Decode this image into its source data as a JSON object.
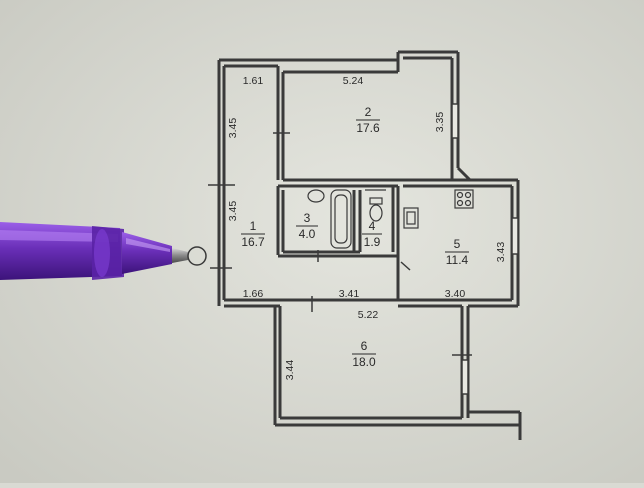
{
  "colors": {
    "paper": "#d9dad3",
    "wall": "#3a3a3a",
    "ink": "#2a2a2a",
    "pen_body": "#6a2fb8",
    "pen_highlight": "#b07cf0",
    "pen_tip": "#9a9a9a"
  },
  "rooms": [
    {
      "number": "1",
      "area": "16.7"
    },
    {
      "number": "2",
      "area": "17.6"
    },
    {
      "number": "3",
      "area": "4.0"
    },
    {
      "number": "4",
      "area": "1.9"
    },
    {
      "number": "5",
      "area": "11.4"
    },
    {
      "number": "6",
      "area": "18.0"
    }
  ],
  "dimensions": {
    "d161": "1.61",
    "d524": "5.24",
    "d345a": "3.45",
    "d335": "3.35",
    "d345b": "3.45",
    "d343": "3.43",
    "d166": "1.66",
    "d341": "3.41",
    "d340": "3.40",
    "d522": "5.22",
    "d344": "3.44"
  }
}
